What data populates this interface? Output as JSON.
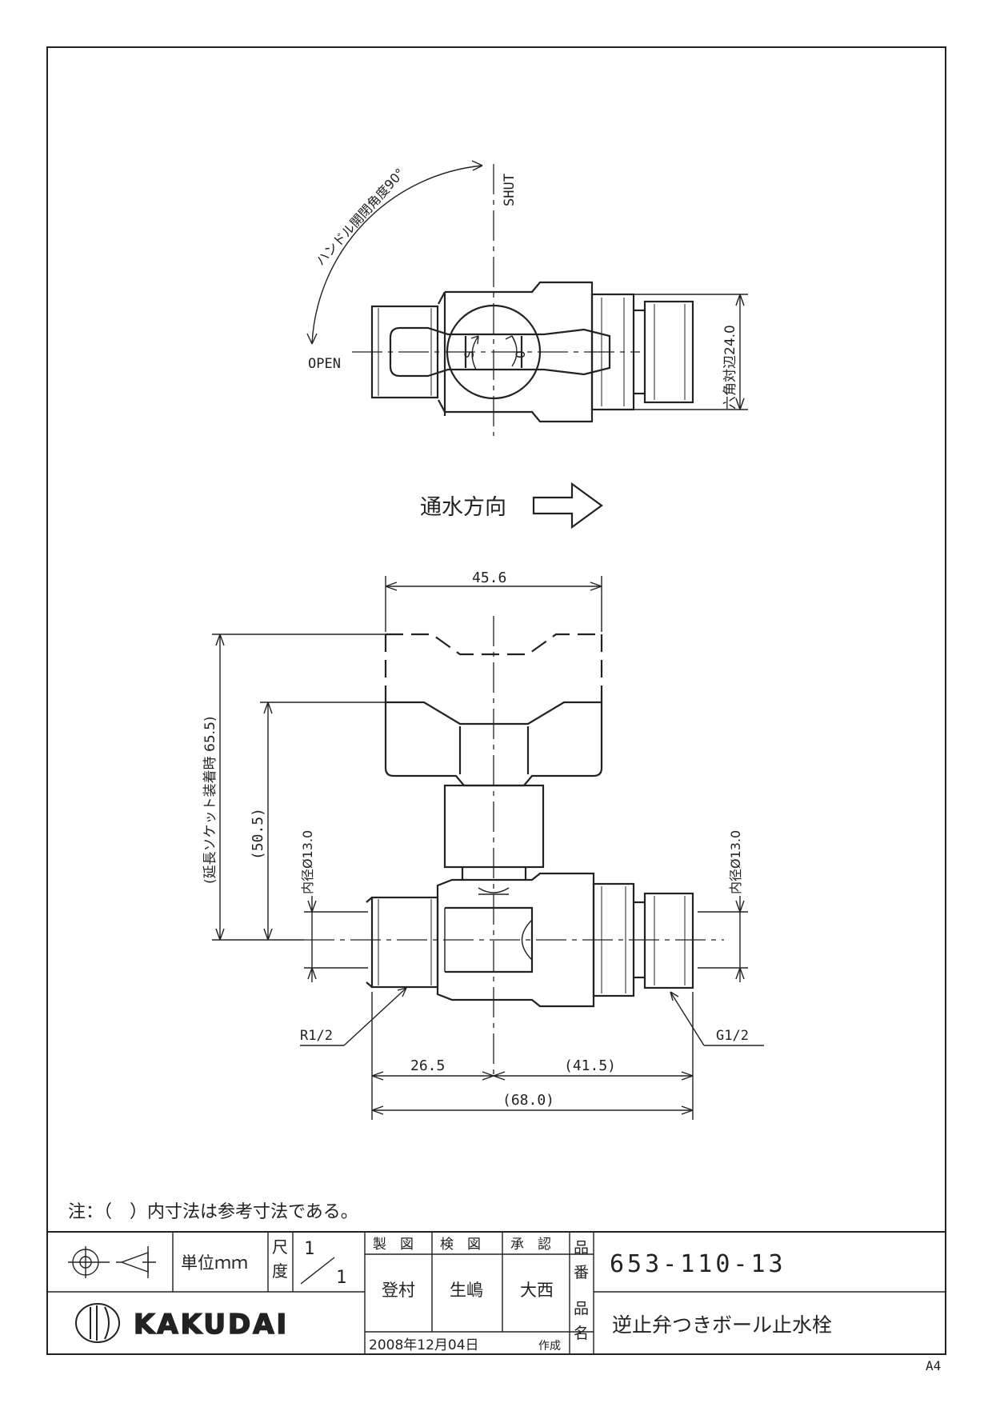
{
  "top_view": {
    "label_shut": "SHUT",
    "label_open": "OPEN",
    "angle_note": "ハンドル開閉角度90°",
    "mark_s": "S",
    "mark_o": "O",
    "hex_note": "六角対辺24.0"
  },
  "flow": {
    "label": "通水方向"
  },
  "front_view": {
    "dim_handle_width": "45.6",
    "dim_ext_height": "(延長ソケット装着時 65.5)",
    "dim_height": "(50.5)",
    "dim_inner_left": "内径Ø13.0",
    "dim_inner_right": "内径Ø13.0",
    "thread_left": "R1/2",
    "thread_right": "G1/2",
    "dim_left_len": "26.5",
    "dim_right_len": "(41.5)",
    "dim_total_len": "(68.0)"
  },
  "note": "注：（　）内寸法は参考寸法である。",
  "title_block": {
    "unit_label": "単位ｍｍ",
    "scale_label_1": "尺",
    "scale_label_2": "度",
    "scale_num": "1",
    "scale_den": "1",
    "h_drawn": "製　図",
    "h_checked": "検　図",
    "h_approved": "承　認",
    "drawn_by": "登村",
    "checked_by": "生嶋",
    "approved_by": "大西",
    "date": "2008年12月04日",
    "date_suffix": "作成",
    "partno_label_1": "品",
    "partno_label_2": "番",
    "part_no": "653-110-13",
    "name_label_1": "品",
    "name_label_2": "名",
    "part_name": "逆止弁つきボール止水栓",
    "logo_text": "KAKUDAI"
  },
  "paper_size": "A4"
}
